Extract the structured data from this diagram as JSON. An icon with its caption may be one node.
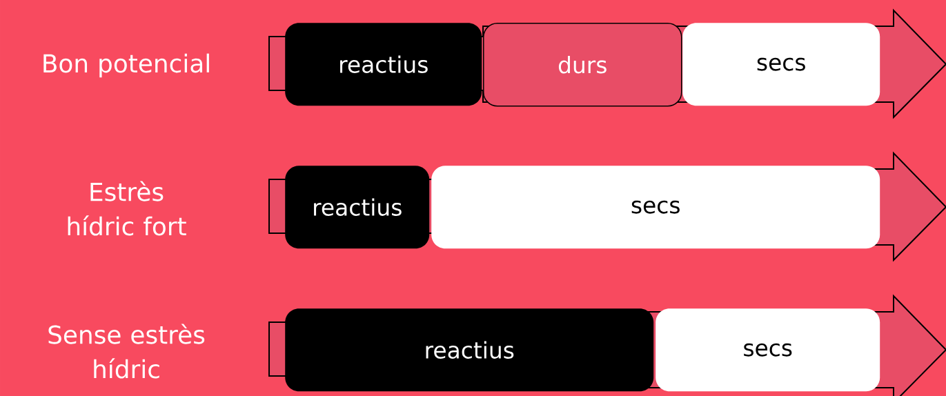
{
  "diagram": {
    "nodes": [
      {
        "text": [],
        "shape": "arrow"
      },
      {
        "text": [
          "reactius"
        ],
        "in": 0
      },
      {
        "text": [
          "durs"
        ],
        "in": 0
      },
      {
        "text": [
          "secs"
        ],
        "in": 0
      },
      {
        "text": [],
        "shape": "arrow"
      },
      {
        "text": [
          "reactius"
        ],
        "in": 4
      },
      {
        "text": [
          "secs"
        ],
        "in": 4
      },
      {
        "text": [],
        "shape": "arrow"
      },
      {
        "text": [
          "reactius"
        ],
        "in": 7
      },
      {
        "text": [
          "secs"
        ],
        "in": 7
      }
    ],
    "labels": [
      "Bon potencial",
      "Estrès hídric fort",
      "Sense estrès hídric"
    ]
  }
}
